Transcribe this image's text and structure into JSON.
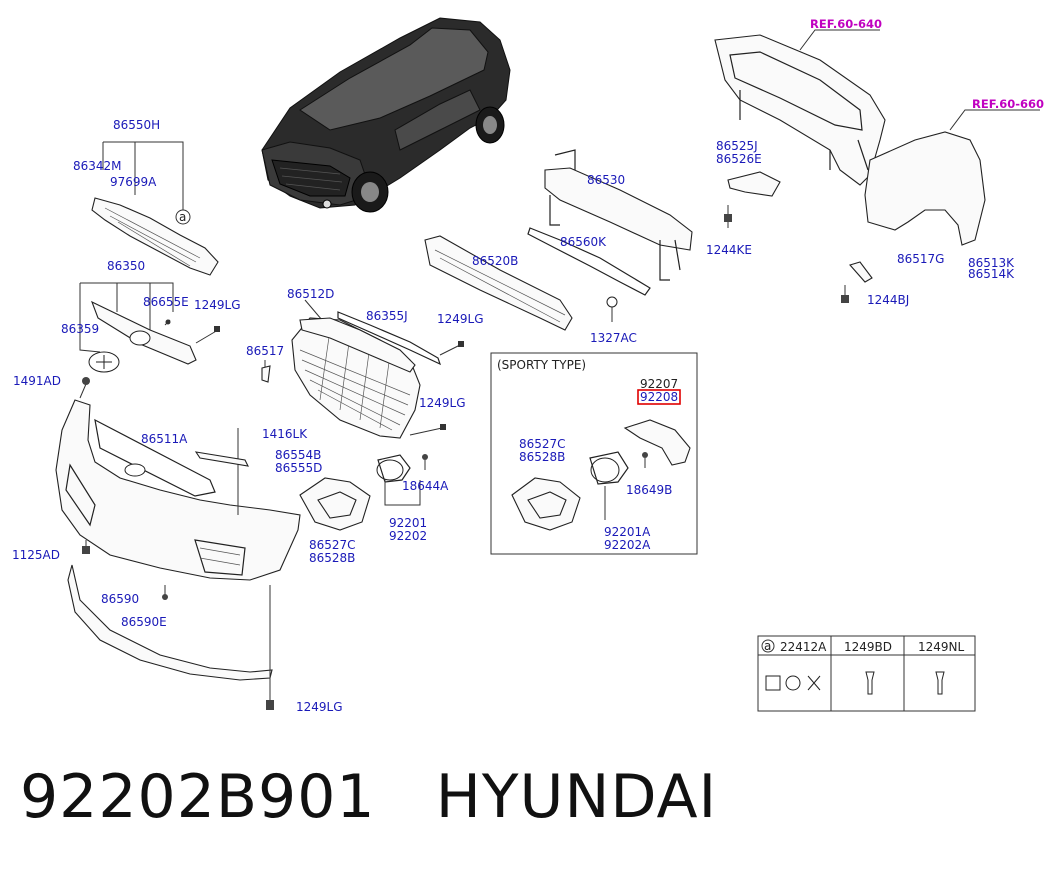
{
  "ref_labels": [
    "REF.60-640",
    "REF.60-660"
  ],
  "part_labels": {
    "p86550H": "86550H",
    "p86342M": "86342M",
    "p97699A": "97699A",
    "circle_a": "a",
    "p86350": "86350",
    "p86655E": "86655E",
    "p1249LG_1": "1249LG",
    "p86359": "86359",
    "p1491AD": "1491AD",
    "p86511A": "86511A",
    "p1416LK": "1416LK",
    "p86554B": "86554B",
    "p86555D": "86555D",
    "p1125AD": "1125AD",
    "p86590": "86590",
    "p86590E": "86590E",
    "p1249LG_4": "1249LG",
    "p86512D": "86512D",
    "p86355J": "86355J",
    "p1249LG_2": "1249LG",
    "p86517": "86517",
    "p1249LG_3": "1249LG",
    "p18644A": "18644A",
    "p86527C_1": "86527C",
    "p86528B_1": "86528B",
    "p92201_1": "92201",
    "p92202_1": "92202",
    "p86520B": "86520B",
    "p86530": "86530",
    "p86560K": "86560K",
    "p1327AC": "1327AC",
    "p86525J": "86525J",
    "p86526E": "86526E",
    "p1244KE": "1244KE",
    "p86517G": "86517G",
    "p86513K": "86513K",
    "p86514K": "86514K",
    "p1244BJ": "1244BJ"
  },
  "sporty_box": {
    "title": "(SPORTY TYPE)",
    "p92207": "92207",
    "p92208": "92208",
    "p86527C": "86527C",
    "p86528B": "86528B",
    "p18649B": "18649B",
    "p92201A": "92201A",
    "p92202A": "92202A"
  },
  "fastener_table": {
    "circle": "a",
    "headers": [
      "22412A",
      "1249BD",
      "1249NL"
    ]
  },
  "highlight_color": "#e00000",
  "footer": {
    "part_number": "92202B901",
    "brand": "HYUNDAI"
  }
}
